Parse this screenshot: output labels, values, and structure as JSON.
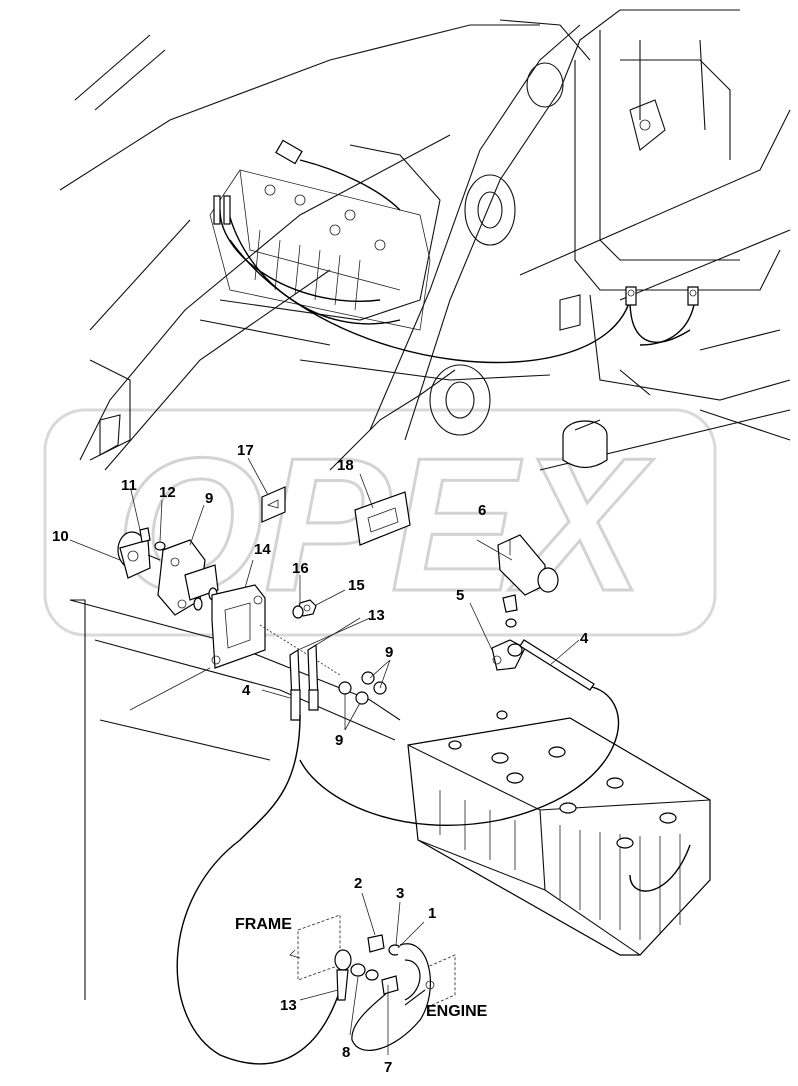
{
  "diagram": {
    "watermark": "OPEX",
    "callouts": {
      "c1": "1",
      "c2": "2",
      "c3": "3",
      "c4a": "4",
      "c4b": "4",
      "c5": "5",
      "c6": "6",
      "c7": "7",
      "c8": "8",
      "c9a": "9",
      "c9b": "9",
      "c9c": "9",
      "c10": "10",
      "c11": "11",
      "c12": "12",
      "c13a": "13",
      "c13b": "13",
      "c14": "14",
      "c15": "15",
      "c16": "16",
      "c17": "17",
      "c18": "18"
    },
    "labels": {
      "frame": "FRAME",
      "engine": "ENGINE"
    }
  }
}
